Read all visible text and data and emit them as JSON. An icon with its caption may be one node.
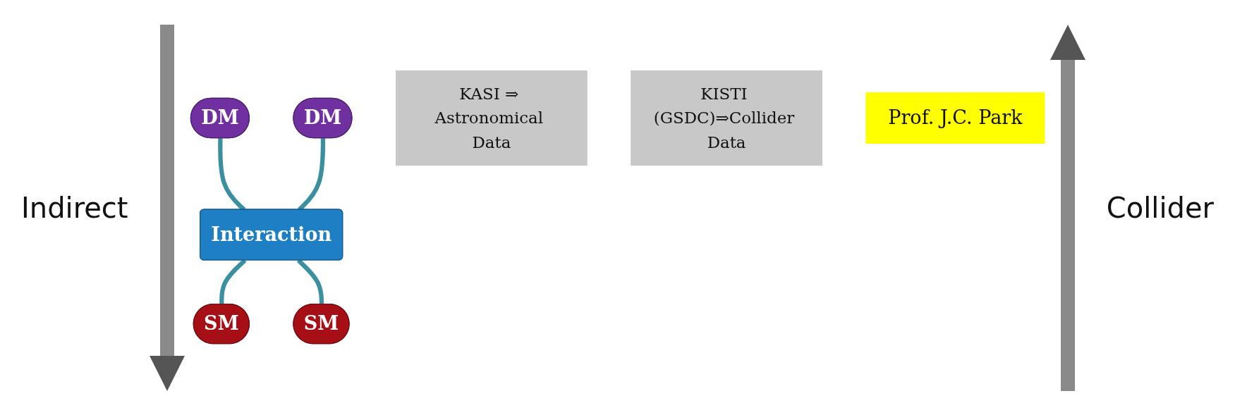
{
  "diagram": {
    "nodes": [
      {
        "text": [
          "DM"
        ]
      },
      {
        "text": [
          "DM"
        ]
      },
      {
        "text": [
          "Interaction"
        ]
      },
      {
        "text": [
          "SM"
        ]
      },
      {
        "text": [
          "SM"
        ]
      },
      {
        "text": [
          "KASI ⇒ Astronomical Data"
        ]
      },
      {
        "text": [
          "KISTI (GSDC)⇒Collider Data"
        ]
      },
      {
        "text": [
          "Prof. J.C. Park"
        ]
      }
    ],
    "edges": [
      {
        "from": 0,
        "to": 2,
        "arrow": "none"
      },
      {
        "from": 1,
        "to": 2,
        "arrow": "none"
      },
      {
        "from": 2,
        "to": 3,
        "arrow": "none"
      },
      {
        "from": 2,
        "to": 4,
        "arrow": "none"
      }
    ],
    "labels": [
      "Indirect",
      "Collider"
    ]
  }
}
